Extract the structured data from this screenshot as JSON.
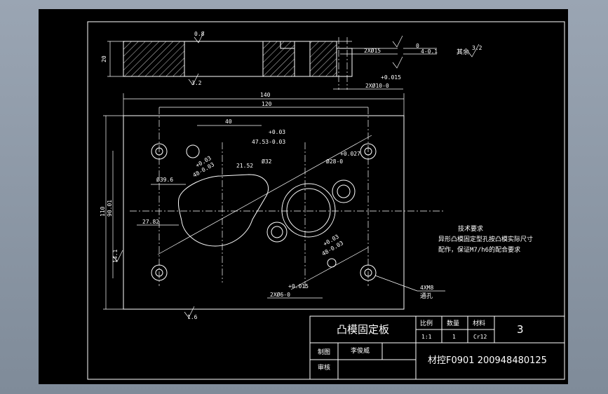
{
  "title_block": {
    "part_name": "凸模固定板",
    "scale_header": "比例",
    "qty_header": "数量",
    "material_header": "材料",
    "scale_value": "1:1",
    "qty_value": "1",
    "material_value": "Cr12",
    "drawing_no": "3",
    "drawn_label": "制图",
    "drawn_name": "李俊威",
    "reviewed_label": "审核",
    "class_info": "材控F0901 200948480125"
  },
  "notes": {
    "heading": "技术要求",
    "line1": "异形凸模固定型孔按凸模实际尺寸",
    "line2": "配作，保证M7/h6的配合要求",
    "other": "其余"
  },
  "dimensions": {
    "d_0_8_top": "0.8",
    "thickness": "20",
    "hole_15": "2XØ15",
    "tol_0": "0",
    "tol_4_01": "4-0.1",
    "tol_015": "+0.015",
    "hole_10": "2XØ10-0",
    "width_140": "140",
    "width_120": "120",
    "d_40": "40",
    "tol_003_a": "+0.03",
    "d_4753": "47.53-0.03",
    "tol_0027": "+0.027",
    "d_phi28": "Ø28-0",
    "tol_003_b": "+0.03",
    "d_4803": "48-0.03",
    "d_2152": "21.52",
    "d_phi32": "Ø32",
    "d_phi396": "Ø39.6",
    "d_2782": "27.82",
    "height_110": "110",
    "height_90": "90.01",
    "d_14": "14.1",
    "tol_003_c": "+0.03",
    "d_4803b": "48-0.03",
    "tol_0015_b": "+0.015",
    "hole_6": "2XØ6-0",
    "tap_label": "4XM8",
    "tap_label2": "通孔",
    "roughness_top": "0.8",
    "roughness_other": "3.2",
    "roughness_mid": "1.6"
  }
}
